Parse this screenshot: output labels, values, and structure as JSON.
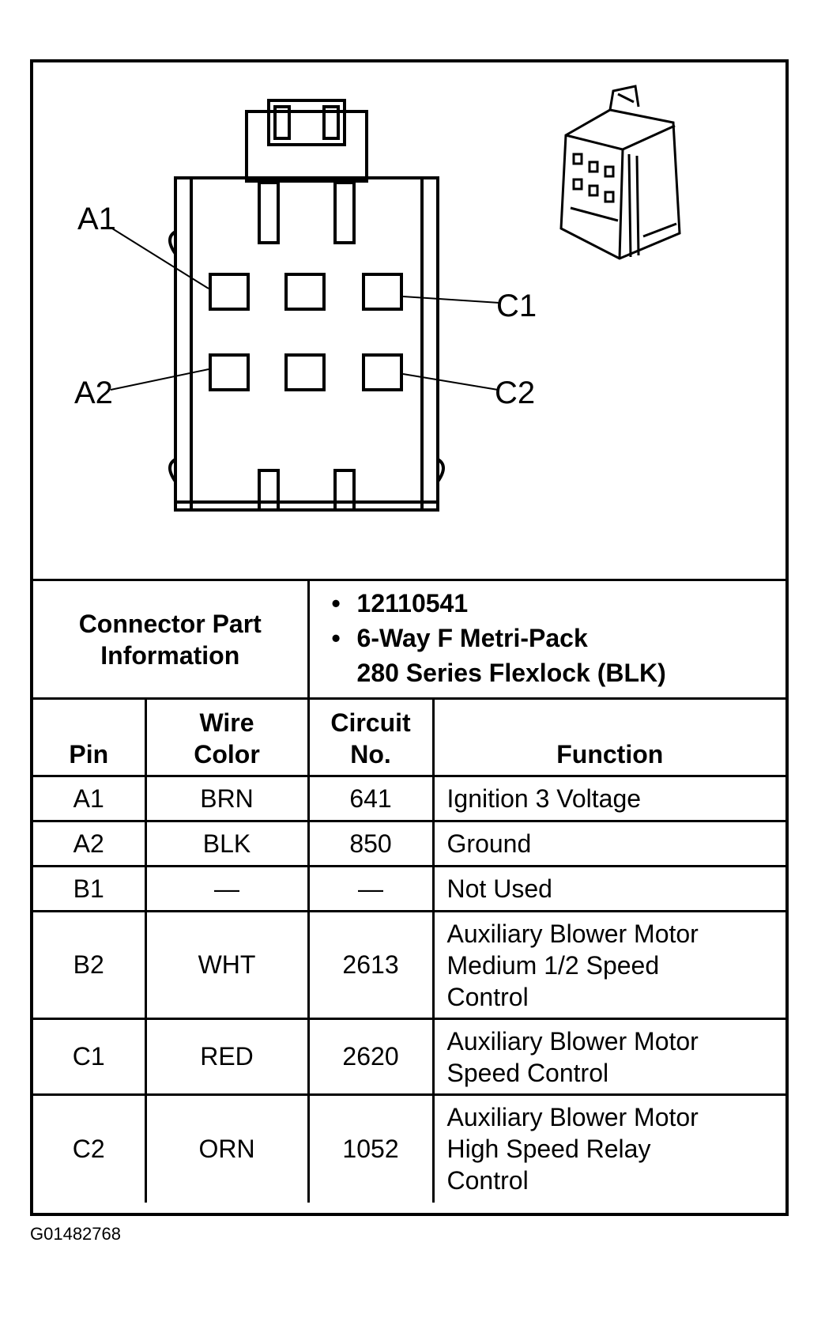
{
  "diagram": {
    "labels": {
      "a1": "A1",
      "a2": "A2",
      "c1": "C1",
      "c2": "C2"
    }
  },
  "connector_info": {
    "label_line1": "Connector Part",
    "label_line2": "Information",
    "bullet": "•",
    "part_number": "12110541",
    "description_line1": "6-Way F Metri-Pack",
    "description_line2": "280 Series Flexlock (BLK)"
  },
  "table": {
    "headers": {
      "pin": "Pin",
      "wire_color_line1": "Wire",
      "wire_color_line2": "Color",
      "circuit_line1": "Circuit",
      "circuit_line2": "No.",
      "function": "Function"
    },
    "rows": [
      {
        "pin": "A1",
        "wire_color": "BRN",
        "circuit": "641",
        "function": [
          "Ignition 3 Voltage"
        ]
      },
      {
        "pin": "A2",
        "wire_color": "BLK",
        "circuit": "850",
        "function": [
          "Ground"
        ]
      },
      {
        "pin": "B1",
        "wire_color": "—",
        "circuit": "—",
        "function": [
          "Not Used"
        ]
      },
      {
        "pin": "B2",
        "wire_color": "WHT",
        "circuit": "2613",
        "function": [
          "Auxiliary Blower Motor",
          "Medium 1/2 Speed",
          "Control"
        ]
      },
      {
        "pin": "C1",
        "wire_color": "RED",
        "circuit": "2620",
        "function": [
          "Auxiliary Blower Motor",
          "Speed Control"
        ]
      },
      {
        "pin": "C2",
        "wire_color": "ORN",
        "circuit": "1052",
        "function": [
          "Auxiliary Blower Motor",
          "High Speed Relay",
          "Control"
        ]
      }
    ]
  },
  "footer": {
    "figure_id": "G01482768"
  }
}
